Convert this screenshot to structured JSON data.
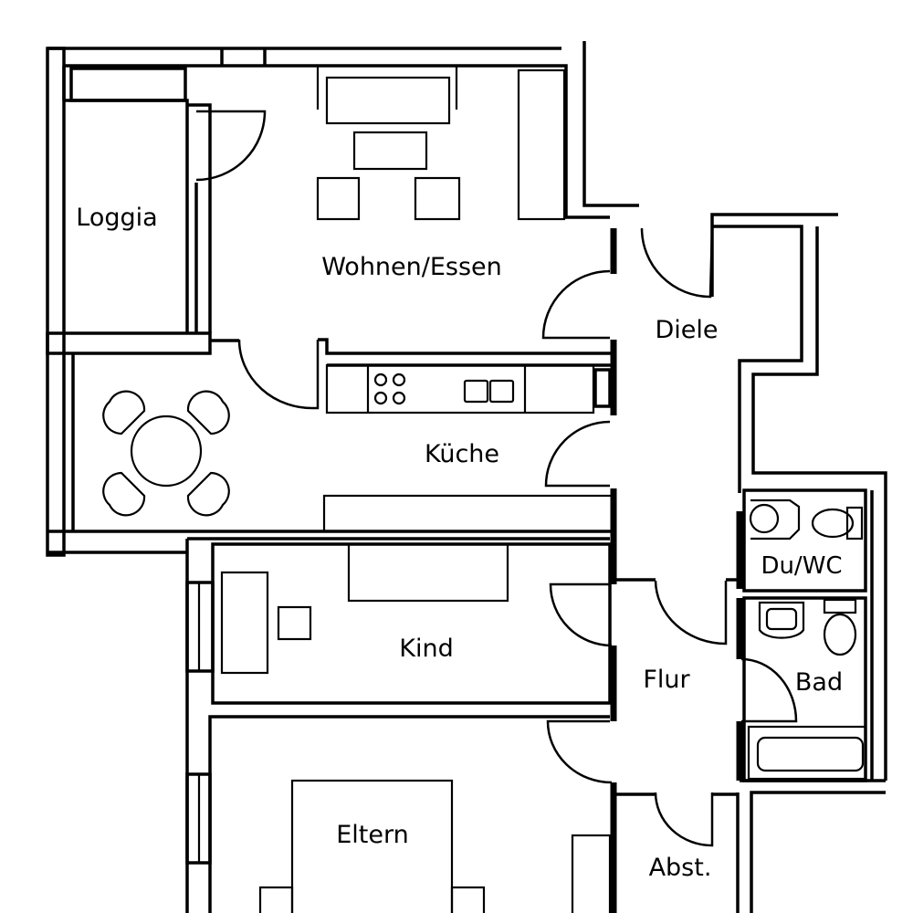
{
  "plan": {
    "rooms": {
      "loggia": "Loggia",
      "wohnen": "Wohnen/Essen",
      "diele": "Diele",
      "kueche": "Küche",
      "duwc": "Du/WC",
      "kind": "Kind",
      "flur": "Flur",
      "bad": "Bad",
      "eltern": "Eltern",
      "abst": "Abst."
    }
  }
}
